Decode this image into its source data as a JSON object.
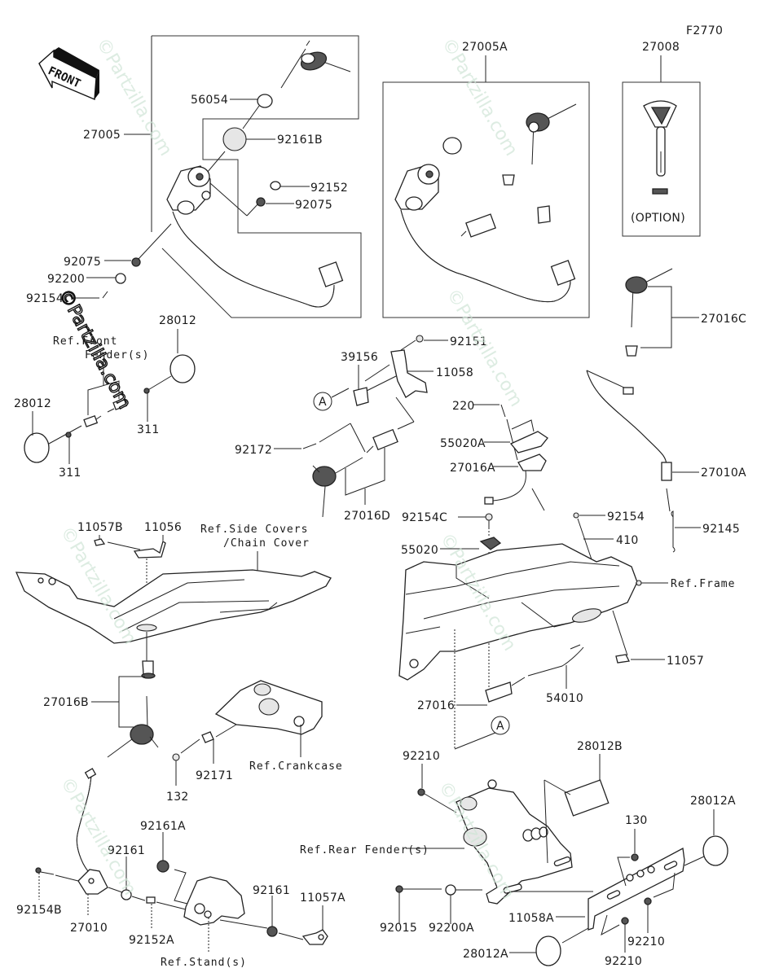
{
  "diagram": {
    "figure_code": "F2770",
    "front_arrow_label": "FRONT",
    "watermark": "©Partzilla.com",
    "option_label": "(OPTION)",
    "callout_letter": "A",
    "labels": {
      "p27005": "27005",
      "p56054": "56054",
      "p92161B": "92161B",
      "p92152": "92152",
      "p92075a": "92075",
      "p92075b": "92075",
      "p92200": "92200",
      "p92154a": "92154",
      "p27005A": "27005A",
      "p27008": "27008",
      "p27016C": "27016C",
      "p28012a": "28012",
      "p28012b": "28012",
      "p311a": "311",
      "p311b": "311",
      "p39156": "39156",
      "p92151": "92151",
      "p11058": "11058",
      "p92172": "92172",
      "p27016D": "27016D",
      "p220": "220",
      "p55020A": "55020A",
      "p27016A": "27016A",
      "p27010A": "27010A",
      "p92154C": "92154C",
      "p92154b": "92154",
      "p92145": "92145",
      "p410": "410",
      "p55020": "55020",
      "p11057B": "11057B",
      "p11056": "11056",
      "p11057": "11057",
      "p27016B": "27016B",
      "p27016": "27016",
      "p54010": "54010",
      "p132": "132",
      "p92171": "92171",
      "p92210a": "92210",
      "p28012B": "28012B",
      "p92161A": "92161A",
      "p92161a": "92161",
      "p92161b": "92161",
      "p11057A": "11057A",
      "p92154B": "92154B",
      "p27010": "27010",
      "p92152A": "92152A",
      "p130": "130",
      "p28012A_a": "28012A",
      "p28012A_b": "28012A",
      "p92015": "92015",
      "p92200A": "92200A",
      "p11058A": "11058A",
      "p92210b": "92210",
      "p92210c": "92210"
    },
    "references": {
      "front_fender_1": "Ref.Front",
      "front_fender_2": "Fender(s)",
      "side_covers_1": "Ref.Side Covers",
      "side_covers_2": "/Chain Cover",
      "frame": "Ref.Frame",
      "crankcase": "Ref.Crankcase",
      "rear_fender": "Ref.Rear Fender(s)",
      "stands": "Ref.Stand(s)"
    }
  }
}
